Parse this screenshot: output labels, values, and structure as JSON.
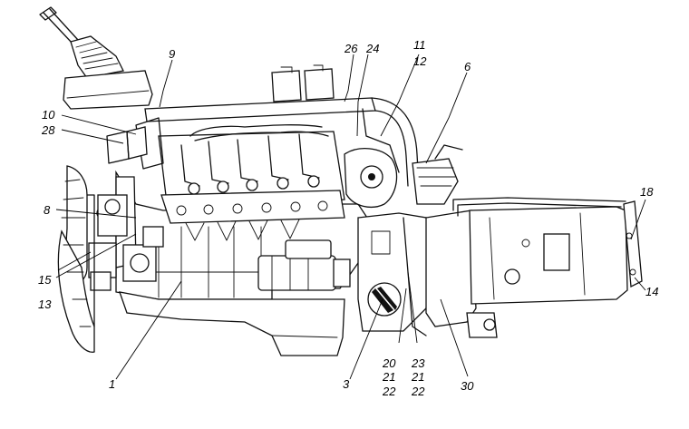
{
  "diagram": {
    "callouts": [
      {
        "id": "c9",
        "text": "9"
      },
      {
        "id": "c26",
        "text": "26"
      },
      {
        "id": "c24",
        "text": "24"
      },
      {
        "id": "c11",
        "text": "11"
      },
      {
        "id": "c12",
        "text": "12"
      },
      {
        "id": "c6",
        "text": "6"
      },
      {
        "id": "c10",
        "text": "10"
      },
      {
        "id": "c28",
        "text": "28"
      },
      {
        "id": "c8",
        "text": "8"
      },
      {
        "id": "c15",
        "text": "15"
      },
      {
        "id": "c13",
        "text": "13"
      },
      {
        "id": "c1",
        "text": "1"
      },
      {
        "id": "c3",
        "text": "3"
      },
      {
        "id": "c20",
        "text": "20"
      },
      {
        "id": "c21a",
        "text": "21"
      },
      {
        "id": "c22a",
        "text": "22"
      },
      {
        "id": "c23",
        "text": "23"
      },
      {
        "id": "c21b",
        "text": "21"
      },
      {
        "id": "c22b",
        "text": "22"
      },
      {
        "id": "c30",
        "text": "30"
      },
      {
        "id": "c18",
        "text": "18"
      },
      {
        "id": "c14",
        "text": "14"
      }
    ]
  }
}
